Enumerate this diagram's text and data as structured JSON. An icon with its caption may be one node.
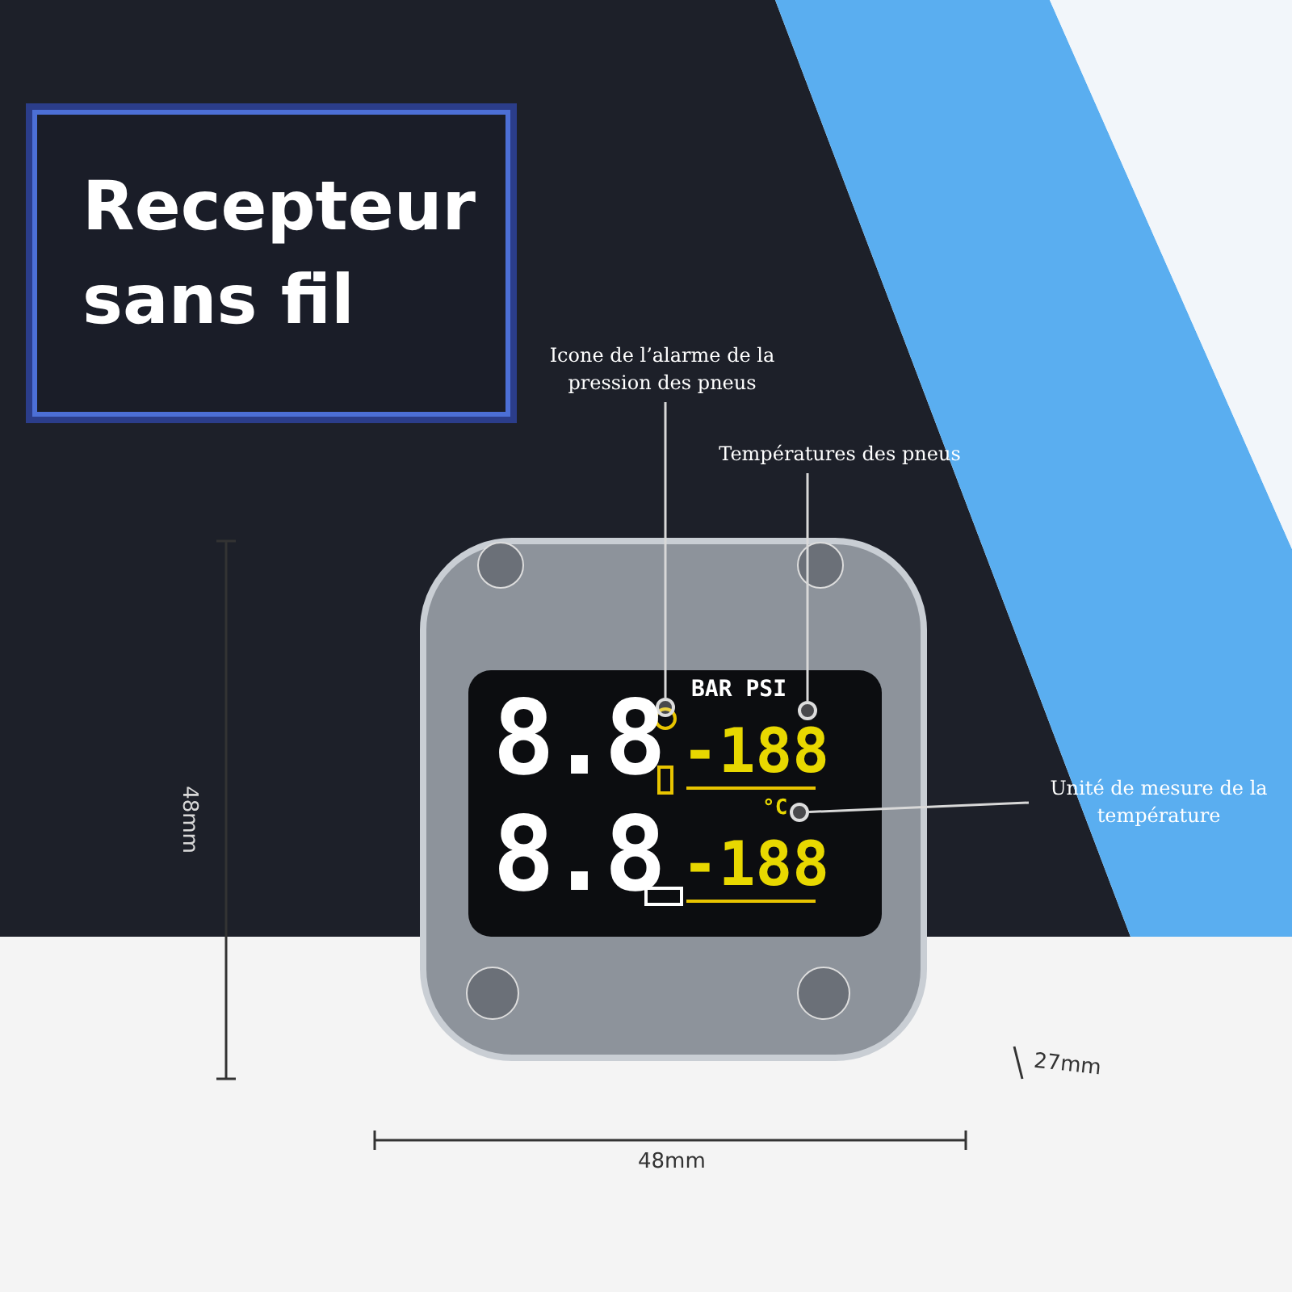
{
  "diagram": {
    "title": "Recepteur sans fil",
    "nodes": [
      {
        "text": [
          "Icone de l’alarme de la pression des pneus"
        ]
      },
      {
        "text": [],
        "shape": "circle"
      },
      {
        "text": [
          "Températures des pneus"
        ]
      },
      {
        "text": [],
        "shape": "circle"
      },
      {
        "text": [
          "Unité de mesure de la température"
        ]
      },
      {
        "text": [],
        "shape": "circle"
      }
    ],
    "edges": [
      {
        "from": 0,
        "to": 1,
        "arrow": "none"
      },
      {
        "from": 2,
        "to": 3,
        "arrow": "none"
      },
      {
        "from": 4,
        "to": 5,
        "arrow": "none"
      }
    ],
    "labels": [
      "BAR PSI",
      "8.8",
      "-188",
      "°C",
      "8.8",
      "-188",
      "48mm",
      "27mm",
      "48mm"
    ]
  }
}
